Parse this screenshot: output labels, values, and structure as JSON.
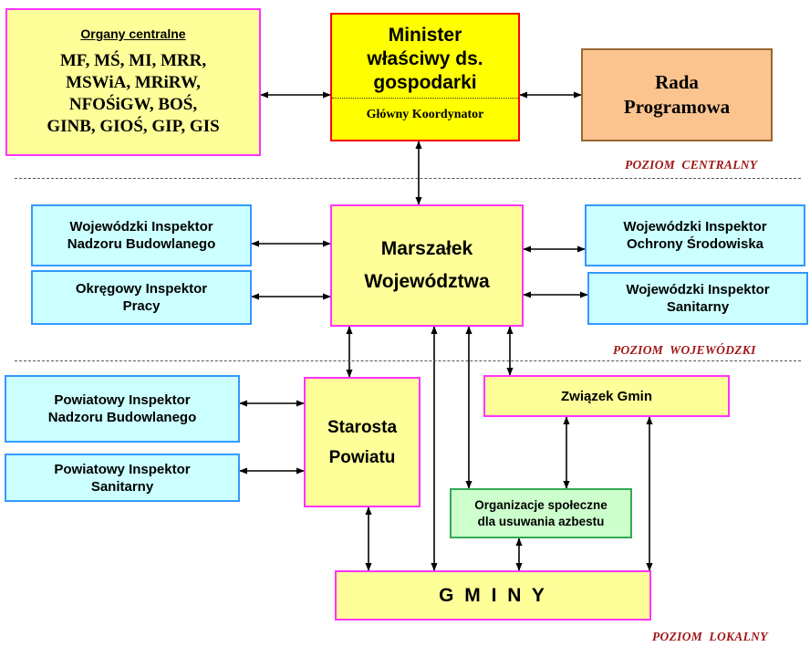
{
  "organy": {
    "title": "Organy centralne",
    "lines": [
      "MF, MŚ, MI, MRR,",
      "MSWiA, MRiRW,",
      "NFOŚiGW, BOŚ,",
      "GINB, GIOŚ, GIP, GIS"
    ]
  },
  "minister": {
    "lines": [
      "Minister",
      "właściwy ds.",
      "gospodarki"
    ],
    "subtitle": "Główny Koordynator"
  },
  "rada": {
    "lines": [
      "Rada",
      "Programowa"
    ]
  },
  "marszalek": {
    "lines": [
      "Marszałek",
      "Województwa"
    ]
  },
  "wojewodzki_inb": {
    "lines": [
      "Wojewódzki Inspektor",
      "Nadzoru Budowlanego"
    ]
  },
  "okregowy_ip": {
    "lines": [
      "Okręgowy Inspektor",
      "Pracy"
    ]
  },
  "wojewodzki_ios": {
    "lines": [
      "Wojewódzki Inspektor",
      "Ochrony Środowiska"
    ]
  },
  "wojewodzki_is": {
    "lines": [
      "Wojewódzki Inspektor",
      "Sanitarny"
    ]
  },
  "starosta": {
    "lines": [
      "Starosta",
      "Powiatu"
    ]
  },
  "powiatowy_inb": {
    "lines": [
      "Powiatowy Inspektor",
      "Nadzoru Budowlanego"
    ]
  },
  "powiatowy_is": {
    "lines": [
      "Powiatowy Inspektor",
      "Sanitarny"
    ]
  },
  "zwiazek": {
    "label": "Związek Gmin"
  },
  "organizacje": {
    "lines": [
      "Organizacje społeczne",
      "dla usuwania azbestu"
    ]
  },
  "gminy": {
    "label": "G M I N Y"
  },
  "levels": {
    "central": "POZIOM  CENTRALNY",
    "woj": "POZIOM  WOJEWÓDZKI",
    "lokal": "POZIOM  LOKALNY"
  },
  "colors": {
    "yellow_fill": "#ffff99",
    "magenta_border": "#ff33ff",
    "minister_fill": "#ffff00",
    "minister_border": "#ff0000",
    "rada_fill": "#fbc48f",
    "rada_border": "#996633",
    "cyan_fill": "#ccffff",
    "blue_border": "#3399ff",
    "green_fill": "#ccffcc",
    "green_border": "#33aa55",
    "level_text": "#a01818"
  }
}
